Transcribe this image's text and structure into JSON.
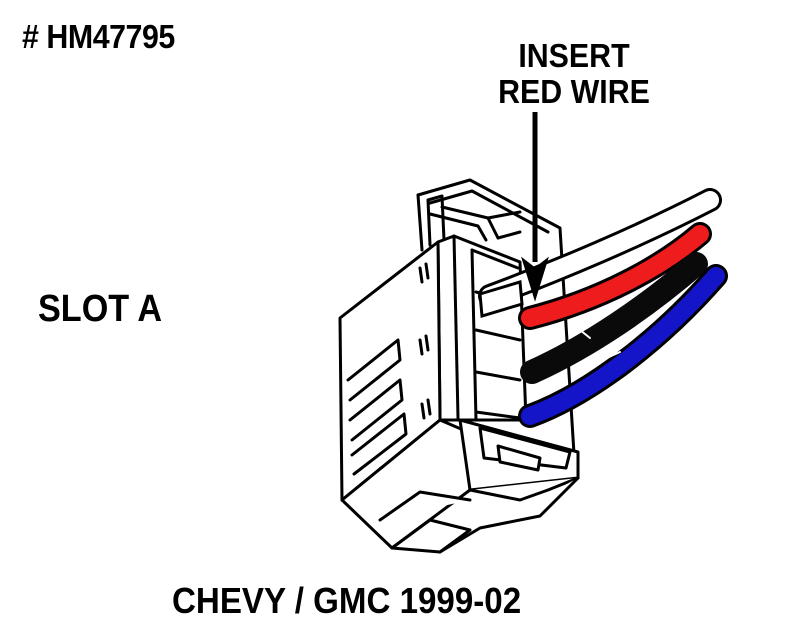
{
  "part_number": "# HM47795",
  "callout": {
    "line1": "INSERT",
    "line2": "RED WIRE"
  },
  "slot_label": "SLOT A",
  "vehicle_label": "CHEVY / GMC 1999-02",
  "colors": {
    "red_wire": "#ee1c1c",
    "black_wire": "#0a0a0a",
    "blue_wire": "#1414c8",
    "white_wire": "#ffffff",
    "outline": "#000000"
  }
}
